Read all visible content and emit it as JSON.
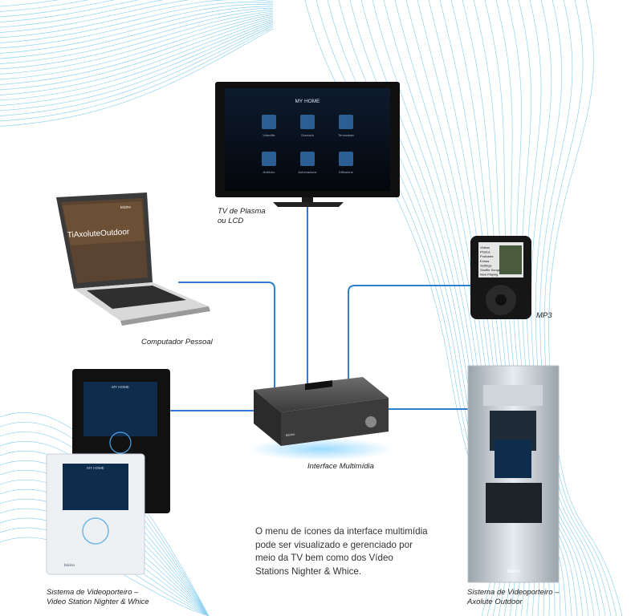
{
  "captions": {
    "tv": [
      "TV de Plasma",
      "ou LCD"
    ],
    "mp3": "MP3",
    "computer": "Computador Pessoal",
    "interface": "Interface Multimídia",
    "video_station": [
      "Sistema de Videoporteiro –",
      "Video Station Nighter & Whice"
    ],
    "axolute": [
      "Sistema de Videoporteiro –",
      "Axolute Outdoor"
    ]
  },
  "description": "O menu de ícones da interface multimídia pode ser visualizado e gerenciado por meio da TV bem como dos Vídeo Stations Nighter & Whice.",
  "tv_screen": {
    "title": "MY HOME",
    "icons": [
      "Videoflie",
      "Scenario",
      "Termostato",
      "Antifurto",
      "Automazione",
      "Diffusione"
    ]
  },
  "laptop_screen": {
    "title": "TiAxoluteOutdoor",
    "brand": "bticino"
  },
  "mp3_screen": {
    "menu": [
      "Videos",
      "Photos",
      "Podcasts",
      "Extras",
      "Settings",
      "Shuffle Songs",
      "Now Playing"
    ]
  },
  "nighter_screen": {
    "title": "MY HOME"
  },
  "whice_screen": {
    "title": "MY HOME"
  },
  "brands": {
    "interface": "bticino",
    "whice": "bticino",
    "axolute": "bticino"
  },
  "colors": {
    "connector": "#2f7fd0",
    "swirl": "#6fc4ea",
    "device_dark": "#161616",
    "screen_blue": "#0e2c4c"
  }
}
